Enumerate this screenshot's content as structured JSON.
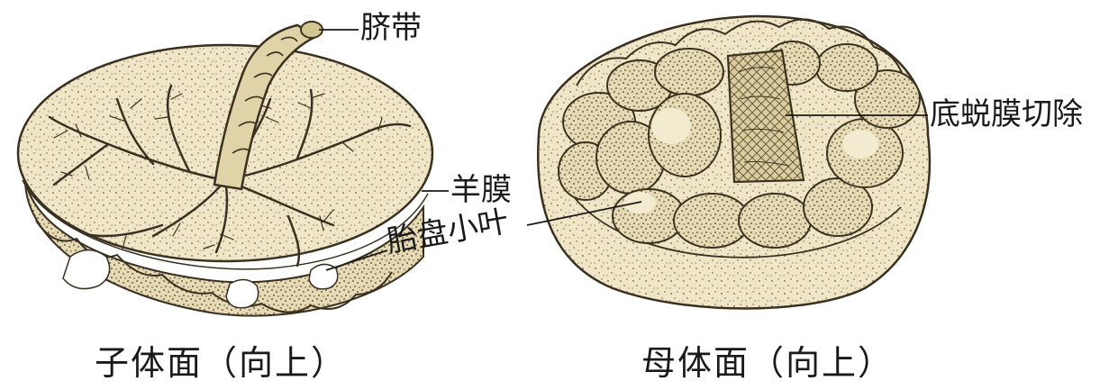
{
  "labels": {
    "umbilical_cord": "脐带",
    "amnion": "羊膜",
    "cotyledon": "胎盘小叶",
    "decidua_removed": "底蜕膜切除"
  },
  "captions": {
    "fetal_side": "子体面（向上）",
    "maternal_side": "母体面（向上）"
  },
  "colors": {
    "paper": "#ffffff",
    "tissue": "#efe6c8",
    "ink": "#3a3020"
  }
}
